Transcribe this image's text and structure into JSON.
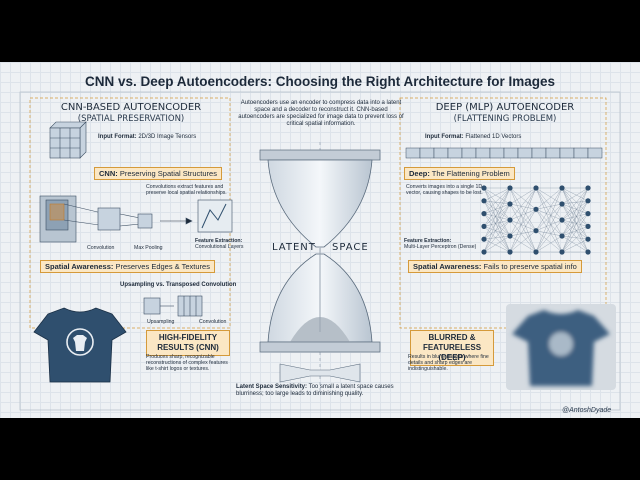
{
  "title": "CNN vs. Deep Autoencoders: Choosing the Right Architecture for Images",
  "intro": "Autoencoders use an encoder to compress data into a latent space and a decoder to reconstruct it. CNN-based autoencoders are specialized for image data to prevent loss of critical spatial information.",
  "left": {
    "heading": "CNN-BASED AUTOENCODER",
    "subheading": "(SPATIAL PRESERVATION)",
    "input_format_label": "Input Format:",
    "input_format_value": "2D/3D Image Tensors",
    "section1_title": "CNN:",
    "section1_text": "Preserving Spatial Structures",
    "section1_desc": "Convolutions extract features and preserve local spatial relationships.",
    "conv_label": "Convolution",
    "pool_label": "Max Pooling",
    "feat_title": "Feature Extraction:",
    "feat_value": "Convolutional Layers",
    "awareness_title": "Spatial Awareness:",
    "awareness_text": "Preserves Edges & Textures",
    "upsampling_title": "Upsampling vs. Transposed Convolution",
    "ups_label": "Upsampling",
    "tconv_label": "Convolution",
    "result_title": "HIGH-FIDELITY RESULTS (CNN)",
    "result_desc": "Produces sharp, recognizable reconstructions of complex features like t-shirt logos or textures."
  },
  "right": {
    "heading": "DEEP (MLP) AUTOENCODER",
    "subheading": "(FLATTENING PROBLEM)",
    "input_format_label": "Input Format:",
    "input_format_value": "Flattened 1D Vectors",
    "section1_title": "Deep:",
    "section1_text": "The Flattening Problem",
    "section1_desc": "Converts images into a single 1D vector, causing shapes to be lost.",
    "feat_title": "Feature Extraction:",
    "feat_value": "Multi-Layer Perceptron (Dense)",
    "awareness_title": "Spatial Awareness:",
    "awareness_text": "Fails to preserve spatial info",
    "result_title": "BLURRED & FEATURELESS (DEEP)",
    "result_desc": "Results in blurry images where fine details and sharp edges are indistinguishable."
  },
  "center": {
    "latent_left": "LATENT",
    "latent_right": "SPACE",
    "sensitivity_title": "Latent Space Sensitivity:",
    "sensitivity_text": "Too small a latent space causes blurriness; too large leads to diminishing quality."
  },
  "watermark": "@AntoshDyade",
  "colors": {
    "accent": "#fbe7c4",
    "accent_border": "#d59a3a",
    "ink": "#1d2a3a",
    "shirt": "#2f4f6e"
  }
}
